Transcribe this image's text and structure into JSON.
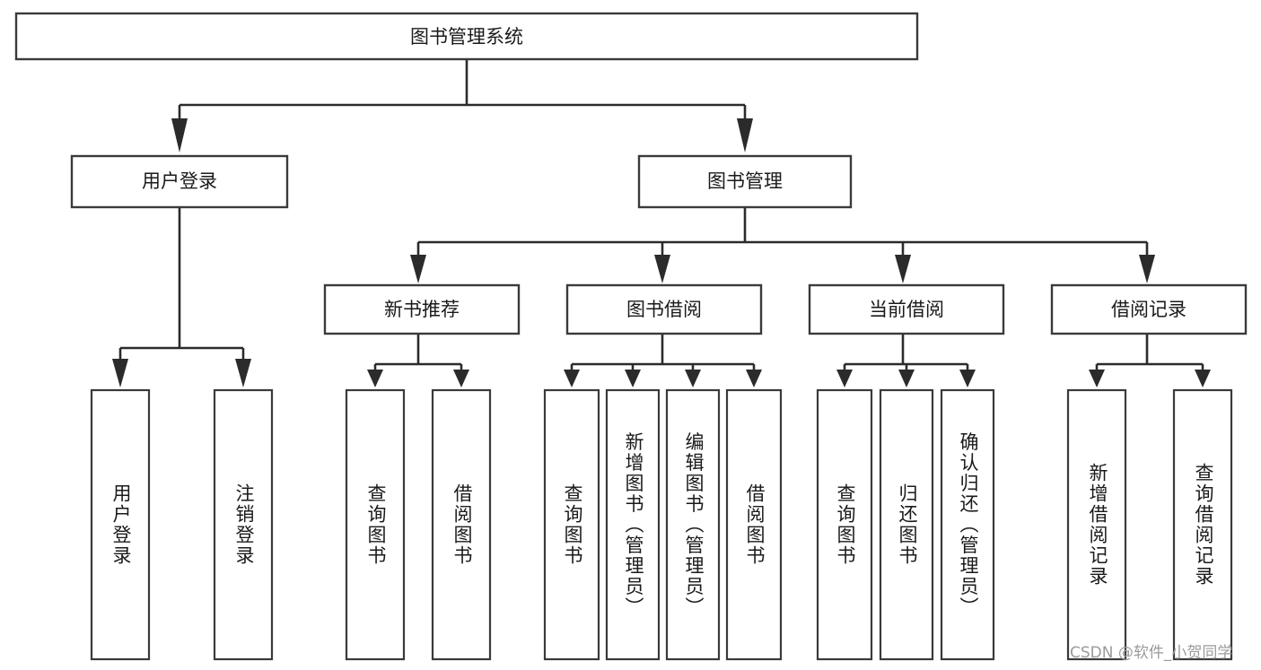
{
  "diagram": {
    "type": "tree-hierarchy-chart",
    "title": "图书管理系统",
    "root": {
      "id": "root",
      "label": "图书管理系统"
    },
    "level2": [
      {
        "id": "user-login",
        "label": "用户登录"
      },
      {
        "id": "book-management",
        "label": "图书管理"
      }
    ],
    "level3": [
      {
        "id": "new-book-recommend",
        "label": "新书推荐",
        "parent": "book-management"
      },
      {
        "id": "book-borrow",
        "label": "图书借阅",
        "parent": "book-management"
      },
      {
        "id": "current-borrow",
        "label": "当前借阅",
        "parent": "book-management"
      },
      {
        "id": "borrow-record",
        "label": "借阅记录",
        "parent": "book-management"
      }
    ],
    "leaves": [
      {
        "id": "leaf-user-login",
        "label": "用户登录",
        "parent": "user-login"
      },
      {
        "id": "leaf-logout-login",
        "label": "注销登录",
        "parent": "user-login"
      },
      {
        "id": "leaf-query-book-1",
        "label": "查询图书",
        "parent": "new-book-recommend"
      },
      {
        "id": "leaf-borrow-book-1",
        "label": "借阅图书",
        "parent": "new-book-recommend"
      },
      {
        "id": "leaf-query-book-2",
        "label": "查询图书",
        "parent": "book-borrow"
      },
      {
        "id": "leaf-add-book-admin",
        "label": "新增图书（管理员）",
        "parent": "book-borrow"
      },
      {
        "id": "leaf-edit-book-admin",
        "label": "编辑图书（管理员）",
        "parent": "book-borrow"
      },
      {
        "id": "leaf-borrow-book-2",
        "label": "借阅图书",
        "parent": "book-borrow"
      },
      {
        "id": "leaf-query-book-3",
        "label": "查询图书",
        "parent": "current-borrow"
      },
      {
        "id": "leaf-return-book",
        "label": "归还图书",
        "parent": "current-borrow"
      },
      {
        "id": "leaf-confirm-return-admin",
        "label": "确认归还（管理员）",
        "parent": "current-borrow"
      },
      {
        "id": "leaf-add-borrow-record",
        "label": "新增借阅记录",
        "parent": "borrow-record"
      },
      {
        "id": "leaf-query-borrow-record",
        "label": "查询借阅记录",
        "parent": "borrow-record"
      }
    ],
    "colors": {
      "box_stroke": "#3a3a3a",
      "connector": "#2b2b2b",
      "background": "#ffffff",
      "text": "#1a1a1a",
      "watermark": "#9a9a9a"
    }
  },
  "watermark": {
    "text": "CSDN @软件_小贺同学"
  }
}
